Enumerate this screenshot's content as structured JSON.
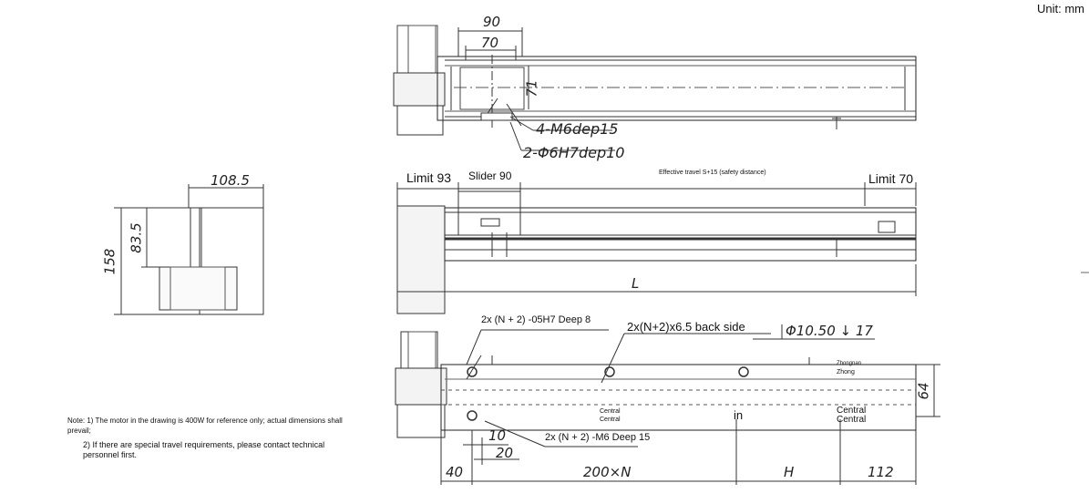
{
  "unit_label": "Unit: mm",
  "top_view": {
    "dim_90": "90",
    "dim_70": "70",
    "dim_71": "71",
    "callout_holes": "4-M6dep15",
    "callout_pins": "2-Φ6H7dep10"
  },
  "side_view": {
    "dim_108_5": "108.5",
    "dim_83_5": "83.5",
    "dim_158": "158"
  },
  "middle_view": {
    "limit_left": "Limit 93",
    "slider": "Slider 90",
    "effective_travel": "Effective travel S+15 (safety distance)",
    "limit_right": "Limit 70",
    "length_L": "L"
  },
  "bottom_view": {
    "callout_h7": "2x (N + 2) -05H7 Deep 8",
    "callout_back": "2x(N+2)x6.5 back side",
    "callout_cbore": "Φ10.50 ↓ 17",
    "callout_m6": "2x (N + 2) -M6 Deep 15",
    "zhongnan": "Zhongnan",
    "zhong": "Zhong",
    "central_1": "Central",
    "central_2": "Central",
    "central_3": "Central",
    "central_4": "Central",
    "in_label": "in",
    "dim_64": "64",
    "dim_10": "10",
    "dim_20": "20",
    "dim_40": "40",
    "dim_200N": "200×N",
    "dim_H": "H",
    "dim_112": "112"
  },
  "notes": {
    "note1": "Note: 1) The motor in the drawing is 400W for reference only; actual dimensions shall prevail;",
    "note2": "2) If there are special travel requirements, please contact technical personnel first."
  }
}
